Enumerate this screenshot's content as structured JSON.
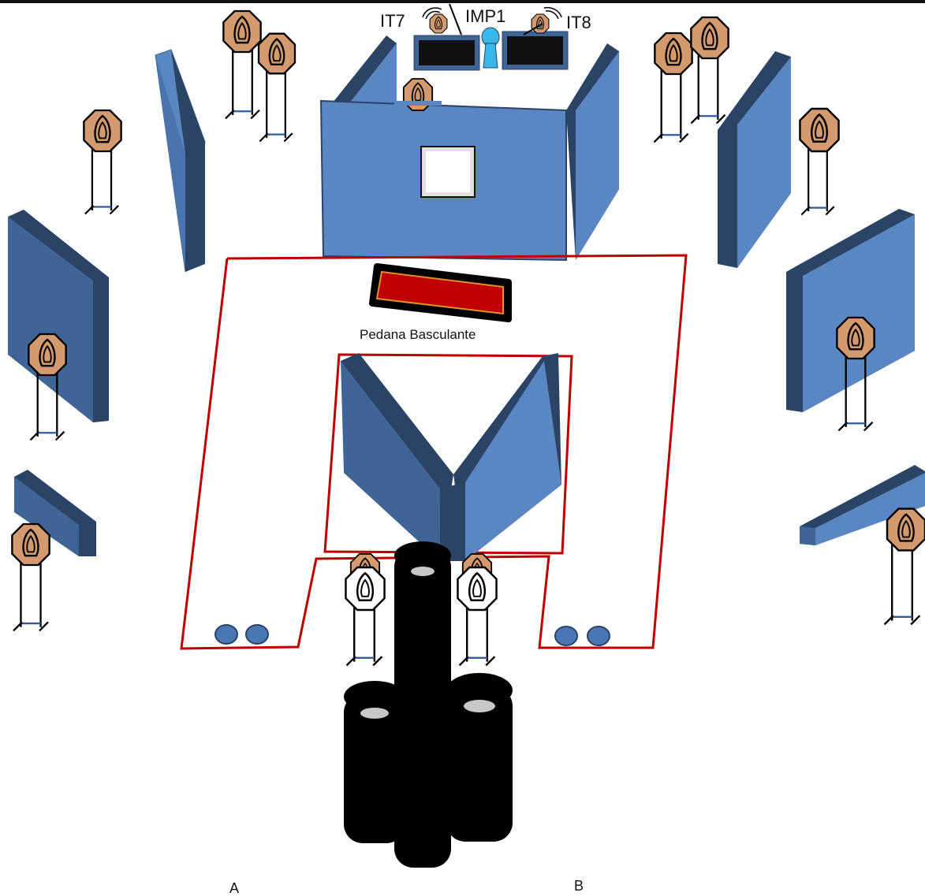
{
  "labels": {
    "it7": "IT7",
    "it8": "IT8",
    "imp1": "IMP1",
    "pedana": "Pedana Basculante",
    "start_a": "A",
    "start_b": "B"
  },
  "colors": {
    "wall_face": "#5a86c4",
    "wall_face_dark": "#3e6595",
    "wall_edge": "#2b4365",
    "target_fill": "#d29a6e",
    "target_no_shoot": "#ffffff",
    "fault_line": "#c00000",
    "pedana_fill": "#c00000",
    "popper_fill": "#39b7e8",
    "disc_fill": "#4a76b5",
    "tire": "#000000",
    "tire_hole": "#c7c7c7"
  },
  "icons": {
    "target": "steel-target-icon",
    "no_shoot": "no-shoot-target-icon",
    "swinger": "swinger-arrow-icon",
    "popper": "popper-icon"
  }
}
